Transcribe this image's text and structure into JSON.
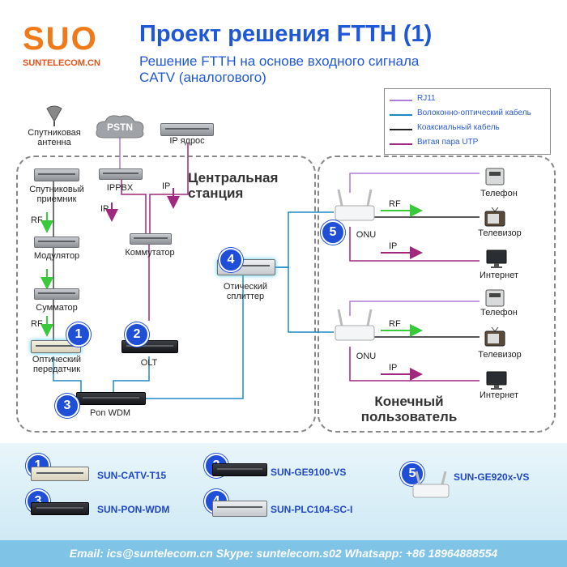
{
  "brand": {
    "logo_text": "SUO",
    "site": "SUNTELECOM.CN"
  },
  "header": {
    "title": "Проект решения FTTH (1)",
    "subtitle": "Решение FTTH на основе входного сигнала CATV (аналогового)"
  },
  "legend": [
    {
      "label": "RJ11",
      "color": "#b07ad8"
    },
    {
      "label": "Волоконно-оптический кабель",
      "color": "#1e88c8"
    },
    {
      "label": "Коаксиальный кабель",
      "color": "#222222"
    },
    {
      "label": "Витая пара UTP",
      "color": "#a0287f"
    }
  ],
  "central": {
    "title": "Центральная станция",
    "satellite_antenna": "Спутниковая антенна",
    "satellite_receiver": "Спутниковый приемник",
    "modulator": "Модулятор",
    "combiner": "Сумматор",
    "optical_transmitter": "Оптический передатчик",
    "pstn": "PSTN",
    "ip_core": "IP ядрос",
    "ippbx": "IPPBX",
    "switch": "Коммутатор",
    "olt": "OLT",
    "pon_wdm": "Pon WDM",
    "splitter": "Отический сплиттер",
    "sig_rf": "RF",
    "sig_ip": "IP"
  },
  "end_user": {
    "title": "Конечный пользователь",
    "onu": "ONU",
    "phone": "Телефон",
    "tv": "Телевизор",
    "internet": "Интернет"
  },
  "badges": [
    "1",
    "2",
    "3",
    "4",
    "5"
  ],
  "products": [
    {
      "num": "1",
      "name": "SUN-CATV-T15"
    },
    {
      "num": "2",
      "name": "SUN-GE9100-VS"
    },
    {
      "num": "3",
      "name": "SUN-PON-WDM"
    },
    {
      "num": "4",
      "name": "SUN-PLC104-SC-I"
    },
    {
      "num": "5",
      "name": "SUN-GE920x-VS"
    }
  ],
  "footer": "Email: ics@suntelecom.cn   Skype: suntelecom.s02   Whatsapp: +86 18964888554",
  "colors": {
    "accent": "#1f58d6",
    "fiber": "#1e88c8",
    "utp": "#a0287f",
    "rj11": "#b07ad8",
    "rf_arrow": "#39c93b"
  },
  "icons": [
    "satellite-dish-icon",
    "cloud-icon",
    "telephone-icon",
    "tv-icon",
    "monitor-icon",
    "router-icon"
  ]
}
